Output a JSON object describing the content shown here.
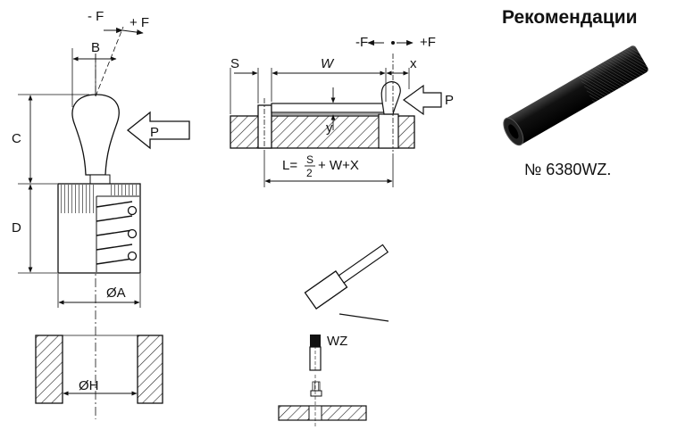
{
  "recommendations": {
    "title": "Рекомендации",
    "product_number": "№ 6380WZ."
  },
  "figure_left": {
    "force_minus": "- F",
    "force_plus": "+ F",
    "dim_b": "B",
    "dim_c": "C",
    "dim_d": "D",
    "force_p": "P",
    "dim_a": "ØA",
    "dim_h": "ØH"
  },
  "figure_middle": {
    "dim_s": "S",
    "dim_w": "W",
    "dim_x": "x",
    "dim_y": "y",
    "force_minus": "-F",
    "force_plus": "+F",
    "force_p": "P",
    "formula_lhs": "L=",
    "formula_num": "S",
    "formula_den": "2",
    "formula_rhs": "+ W+X"
  },
  "figure_install": {
    "tool_label": "WZ"
  }
}
